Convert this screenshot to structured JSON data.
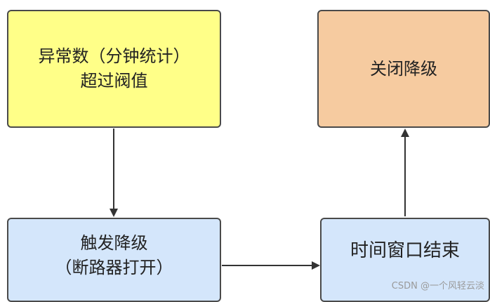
{
  "nodes": {
    "n1": {
      "lines": [
        "异常数（分钟统计）",
        "超过阀值"
      ],
      "fill": "#ffff88"
    },
    "n2": {
      "lines": [
        "关闭降级"
      ],
      "fill": "#f6cba0"
    },
    "n3": {
      "lines": [
        "触发降级",
        "（断路器打开）"
      ],
      "fill": "#d4e6fb"
    },
    "n4": {
      "lines": [
        "时间窗口结束"
      ],
      "fill": "#d4e6fb"
    }
  },
  "edges": [
    {
      "from": "n1",
      "to": "n3"
    },
    {
      "from": "n3",
      "to": "n4"
    },
    {
      "from": "n4",
      "to": "n2"
    }
  ],
  "watermark": "CSDN @一个风轻云淡",
  "line_color": "#333333"
}
